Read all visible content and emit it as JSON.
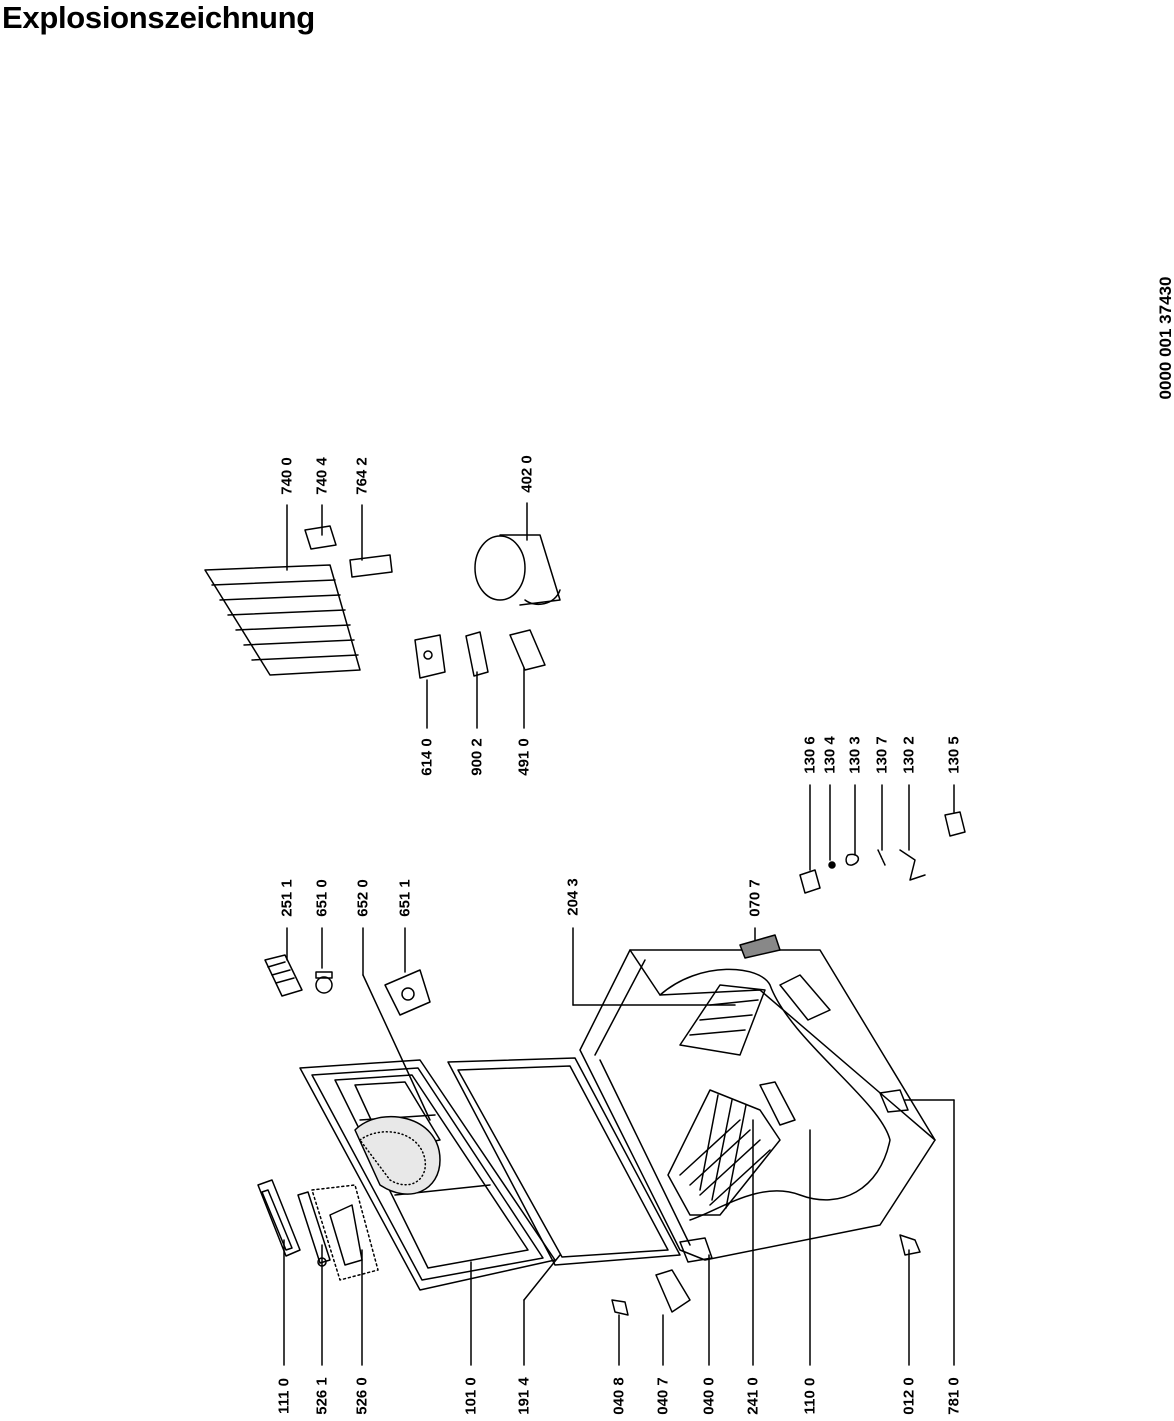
{
  "title": "Explosionszeichnung",
  "document_number": "0000 001 37430",
  "parts": {
    "p1110": "111 0",
    "p5261": "526 1",
    "p5260": "526 0",
    "p1010": "101 0",
    "p1914": "191 4",
    "p0408": "040 8",
    "p0407": "040 7",
    "p0400": "040 0",
    "p2410": "241 0",
    "p1100": "110 0",
    "p0120": "012 0",
    "p7810": "781 0",
    "p2511": "251 1",
    "p6510": "651 0",
    "p6520": "652 0",
    "p6511": "651 1",
    "p2043": "204 3",
    "p0707": "070 7",
    "p1306": "130 6",
    "p1304": "130 4",
    "p1303": "130 3",
    "p1307": "130 7",
    "p1302": "130 2",
    "p1305": "130 5",
    "p6140": "614 0",
    "p9002": "900 2",
    "p4910": "491 0",
    "p7400": "740 0",
    "p7404": "740 4",
    "p7642": "764 2",
    "p4020": "402 0"
  }
}
